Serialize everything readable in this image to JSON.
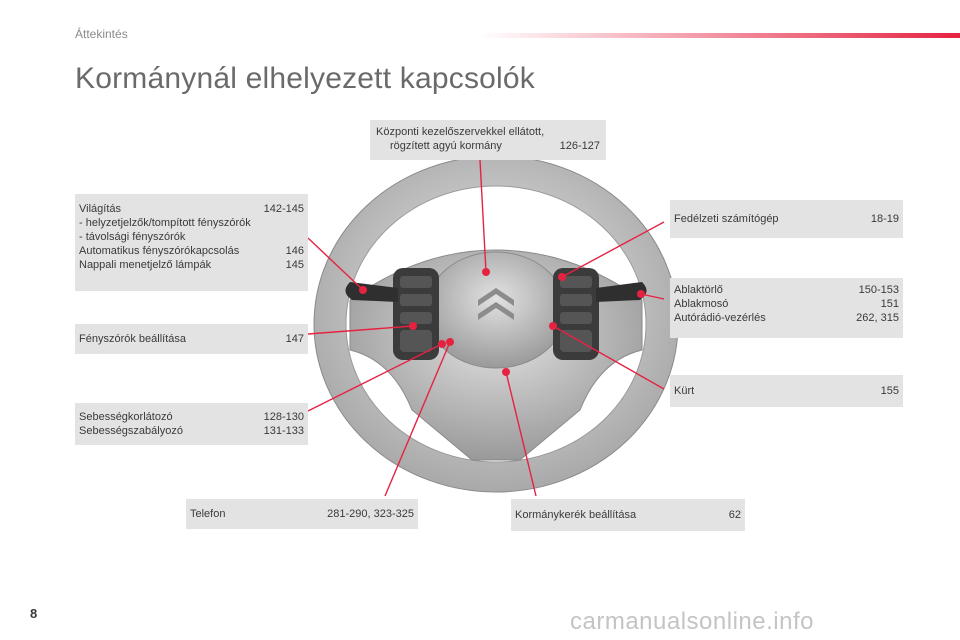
{
  "header": {
    "section": "Áttekintés",
    "title": "Kormánynál elhelyezett kapcsolók"
  },
  "boxes": {
    "central": {
      "line1": "Központi kezelőszervekkel ellátott,",
      "line2": "rögzített agyú kormány",
      "page": "126-127"
    },
    "lighting": {
      "rows": [
        {
          "label": "Világítás",
          "page": "142-145"
        },
        {
          "label": "-   helyzetjelzők/tompított fényszórók",
          "page": ""
        },
        {
          "label": "-   távolsági fényszórók",
          "page": ""
        },
        {
          "label": "Automatikus fényszórókapcsolás",
          "page": "146"
        },
        {
          "label": "Nappali menetjelző lámpák",
          "page": "145"
        }
      ]
    },
    "headlamp_adjust": {
      "label": "Fényszórók beállítása",
      "page": "147"
    },
    "speed": {
      "rows": [
        {
          "label": "Sebességkorlátozó",
          "page": "128-130"
        },
        {
          "label": "Sebességszabályozó",
          "page": "131-133"
        }
      ]
    },
    "phone": {
      "label": "Telefon",
      "page": "281-290, 323-325"
    },
    "wheel_adjust": {
      "label": "Kormánykerék beállítása",
      "page": "62"
    },
    "trip_computer": {
      "label": "Fedélzeti számítógép",
      "page": "18-19"
    },
    "wipers": {
      "rows": [
        {
          "label": "Ablaktörlő",
          "page": "150-153"
        },
        {
          "label": "Ablakmosó",
          "page": "151"
        },
        {
          "label": "Autórádió-vezérlés",
          "page": "262, 315"
        }
      ]
    },
    "horn": {
      "label": "Kürt",
      "page": "155"
    }
  },
  "footer": {
    "page_number": "8",
    "watermark": "carmanualsonline.info"
  },
  "colors": {
    "accent": "#e52341",
    "box_bg": "#e3e3e3",
    "wheel_rim": "#cfcfcf",
    "wheel_dark": "#3b3b3b"
  }
}
